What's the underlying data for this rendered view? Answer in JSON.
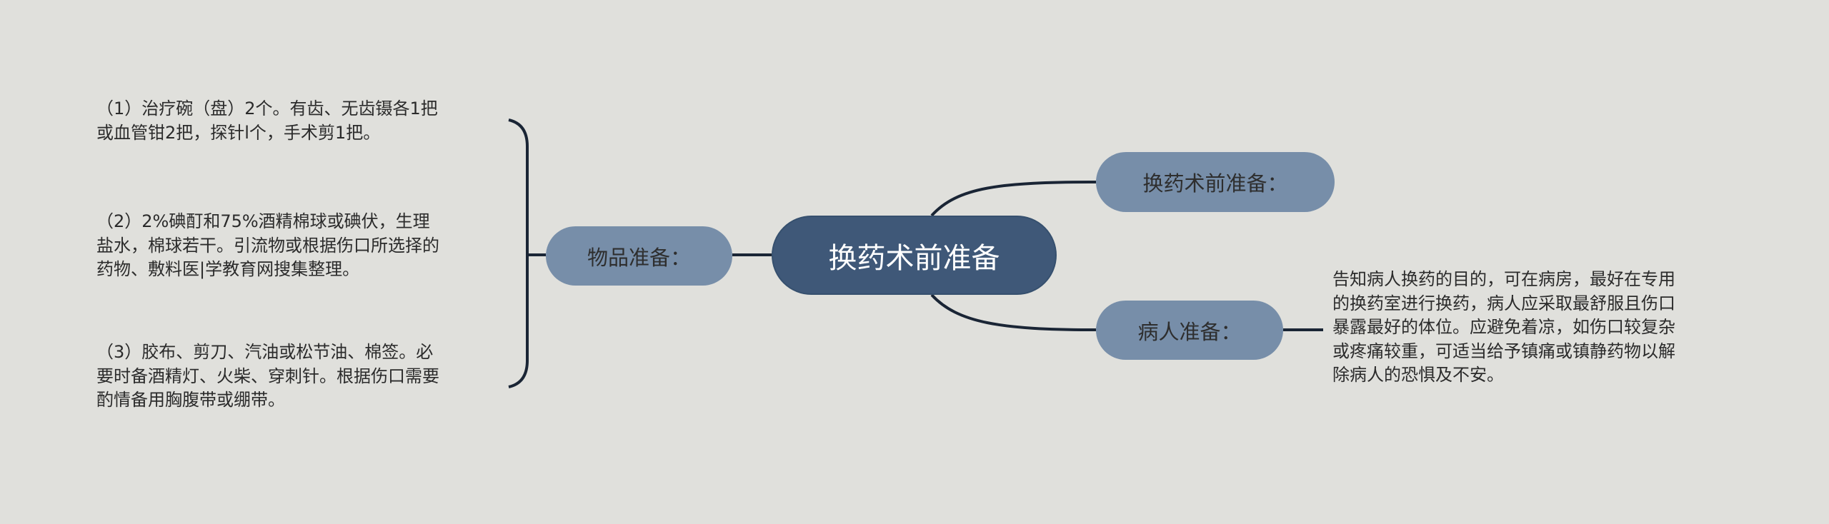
{
  "root": {
    "label": "换药术前准备"
  },
  "branches": {
    "items": {
      "label": "物品准备："
    },
    "pre_op": {
      "label": "换药术前准备："
    },
    "patient": {
      "label": "病人准备："
    }
  },
  "items_leaves": [
    {
      "lines": [
        "（1）治疗碗（盘）2个。有齿、无齿镊各1把",
        "或血管钳2把，探针l个，手术剪1把。"
      ]
    },
    {
      "lines": [
        "（2）2%碘酊和75%酒精棉球或碘伏，生理",
        "盐水，棉球若干。引流物或根据伤口所选择的",
        "药物、敷料医|学教育网搜集整理。"
      ]
    },
    {
      "lines": [
        "（3）胶布、剪刀、汽油或松节油、棉签。必",
        "要时备酒精灯、火柴、穿刺针。根据伤口需要",
        "酌情备用胸腹带或绷带。"
      ]
    }
  ],
  "patient_leaf": {
    "lines": [
      "告知病人换药的目的，可在病房，最好在专用",
      "的换药室进行换药，病人应采取最舒服且伤口",
      "暴露最好的体位。应避免着凉，如伤口较复杂",
      "或疼痛较重，可适当给予镇痛或镇静药物以解",
      "除病人的恐惧及不安。"
    ]
  },
  "colors": {
    "background": "#e0e0dc",
    "root": "#3f5878",
    "branch": "#778ea9",
    "line": "#1a2535"
  }
}
